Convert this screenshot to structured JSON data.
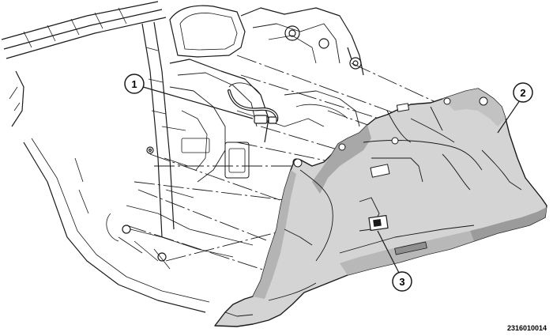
{
  "figure": {
    "id": "2316010014"
  },
  "callouts": [
    {
      "number": "1",
      "part": "wire-harness-connector"
    },
    {
      "number": "2",
      "part": "quarter-trim-panel"
    },
    {
      "number": "3",
      "part": "panel-switch-opening"
    }
  ],
  "colors": {
    "panel_fill": "#d4d4d4",
    "panel_shadow": "#9b9b9b",
    "line": "#1a1a1a",
    "background": "#ffffff"
  }
}
